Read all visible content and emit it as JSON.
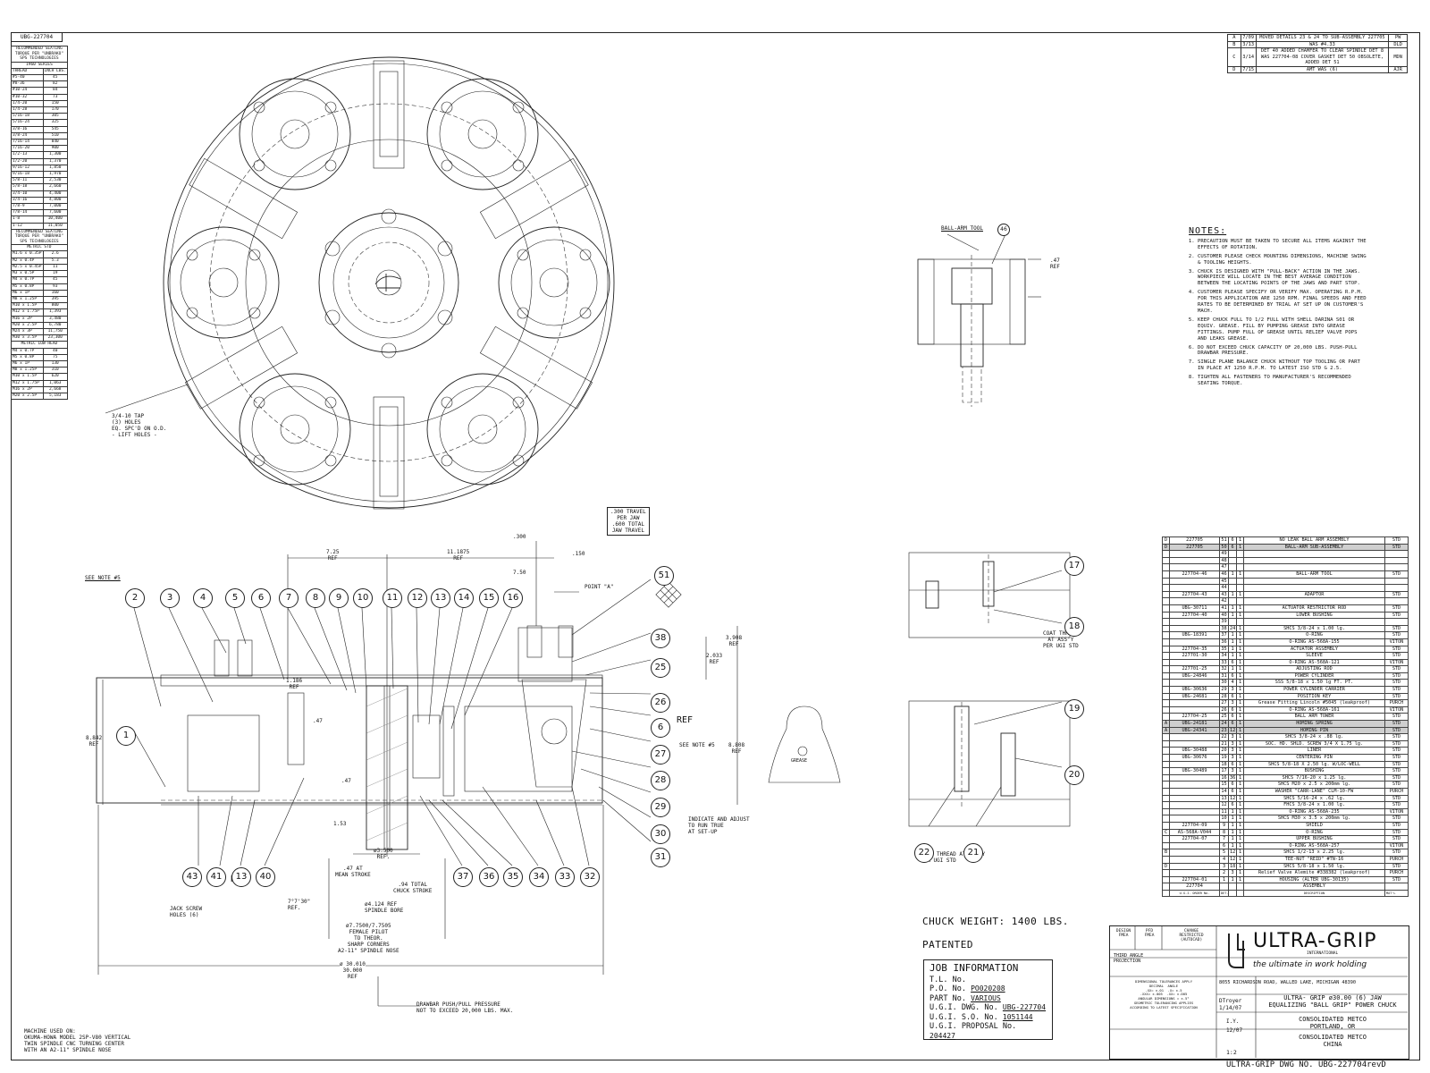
{
  "drawing_number_top": "UBG-227704",
  "torque_table": {
    "title": "RECOMMENDED SEATING TORQUE PER \"UNBRAKO\" SPS TECHNOLOGIES",
    "series": "1960 SERIES",
    "col_thread": "THREAD",
    "col_torque": "INCH LBS.",
    "rows": [
      [
        "#5-40",
        "45"
      ],
      [
        "#8-36",
        "82"
      ],
      [
        "#10-24",
        "84"
      ],
      [
        "#10-32",
        "73"
      ],
      [
        "1/4-20",
        "150"
      ],
      [
        "1/4-28",
        "170"
      ],
      [
        "5/16-18",
        "305"
      ],
      [
        "5/16-24",
        "325"
      ],
      [
        "3/8-16",
        "545"
      ],
      [
        "3/8-24",
        "510"
      ],
      [
        "7/16-14",
        "840"
      ],
      [
        "7/16-20",
        "900"
      ],
      [
        "1/2-13",
        "1,300"
      ],
      [
        "1/2-20",
        "1,370"
      ],
      [
        "9/16-12",
        "1,850"
      ],
      [
        "9/16-18",
        "1,970"
      ],
      [
        "5/8-11",
        "2,530"
      ],
      [
        "5/8-18",
        "2,660"
      ],
      [
        "3/4-10",
        "4,400"
      ],
      [
        "3/4-16",
        "4,800"
      ],
      [
        "7/8-9",
        "7,000"
      ],
      [
        "7/8-14",
        "7,600"
      ],
      [
        "1-8",
        "10,400"
      ],
      [
        "1-12",
        "11,050"
      ]
    ],
    "metric_title": "RECOMMENDED SEATING TORQUE PER \"UNBRAKO\" SPS TECHNOLOGIES",
    "metric_std": "METRIC STD",
    "metric_rows": [
      [
        "M1.6 x 0.35P",
        "2.6"
      ],
      [
        "M2 x 0.4P",
        "5.3"
      ],
      [
        "M2.5 x 0.45P",
        "11"
      ],
      [
        "M3 x 0.5P",
        "19"
      ],
      [
        "M4 x 0.7P",
        "45"
      ],
      [
        "M5 x 0.8P",
        "93"
      ],
      [
        "M6 x 1P",
        "160"
      ],
      [
        "M8 x 1.25P",
        "395"
      ],
      [
        "M10 x 1.5P",
        "800"
      ],
      [
        "M12 x 1.75P",
        "1,393"
      ],
      [
        "M16 x 2P",
        "3,480"
      ],
      [
        "M20 x 2.5P",
        "6,780"
      ],
      [
        "M24 x 3P",
        "11,750"
      ],
      [
        "M30 x 3.5P",
        "23,300"
      ]
    ],
    "metric_low": "METRIC LOW HEAD",
    "low_rows": [
      [
        "M4 x 0.7P",
        "40"
      ],
      [
        "M5 x 0.8P",
        "75"
      ],
      [
        "M6 x 1P",
        "130"
      ],
      [
        "M8 x 1.25P",
        "310"
      ],
      [
        "M10 x 1.5P",
        "620"
      ],
      [
        "M12 x 1.75P",
        "1,063"
      ],
      [
        "M16 x 2P",
        "2,668"
      ],
      [
        "M20 x 2.5P",
        "5,183"
      ]
    ]
  },
  "revisions": [
    {
      "sym": "A",
      "date": "7/09",
      "change": "MOVED DETAILS 23 & 24 TO SUB-ASSEMBLY 227705",
      "by": "PW"
    },
    {
      "sym": "B",
      "date": "3/13",
      "change": "WAS #4.33",
      "by": "DLD"
    },
    {
      "sym": "C",
      "date": "3/14",
      "change": "DET 40 ADDED CHAMFER TO CLEAR SPINDLE DET 8 WAS 227704-08 COVER GASKET DET 50 OBSOLETE, ADDED DET 51",
      "by": "MDN"
    },
    {
      "sym": "D",
      "date": "7/15",
      "change": "AMT WAS (6)",
      "by": "AJR"
    }
  ],
  "notes": {
    "title": "NOTES:",
    "items": [
      "Precaution must be taken to secure all items against the effects of rotation.",
      "Customer please check mounting dimensions, machine swing & tooling heights.",
      "Chuck is designed with \"pull-back\" action in the jaws. Workpiece will locate in the best average condition between the locating points of the jaws and part stop.",
      "Customer please specify or verify max. operating R.P.M. for this application are 1250 RPM. Final speeds and feed rates to be determined by trial at set up on customer's mach.",
      "Keep chuck full to 1/2 full with Shell Darina S01 or equiv. grease. Fill by pumping grease into grease fittings. Pump full of grease until relief valve pops and leaks grease.",
      "Do not exceed chuck capacity of 20,000 lbs. push-pull drawbar pressure.",
      "Single plane balance chuck without top tooling or part in place at 1250 R.P.M. to latest ISO STD G 2.5.",
      "Tighten all fasteners to manufacturer's recommended seating torque."
    ]
  },
  "bom": [
    {
      "mk": "D",
      "part": "227705",
      "det": "51",
      "qty": "6",
      "u": "1",
      "desc": "NO LEAK BALL ARM ASSEMBLY",
      "mat": "STD",
      "hl": false
    },
    {
      "mk": "D",
      "part": "227705",
      "det": "50",
      "qty": "6",
      "u": "1",
      "desc": "BALL-ARM SUB-ASSEMBLY",
      "mat": "STD",
      "hl": true
    },
    {
      "mk": "",
      "part": "",
      "det": "49",
      "qty": "",
      "u": "",
      "desc": "",
      "mat": "",
      "hl": false
    },
    {
      "mk": "",
      "part": "",
      "det": "48",
      "qty": "",
      "u": "",
      "desc": "",
      "mat": "",
      "hl": false
    },
    {
      "mk": "",
      "part": "",
      "det": "47",
      "qty": "",
      "u": "",
      "desc": "",
      "mat": "",
      "hl": false
    },
    {
      "mk": "",
      "part": "227704-46",
      "det": "46",
      "qty": "1",
      "u": "1",
      "desc": "BALL-ARM TOOL",
      "mat": "STD",
      "hl": false
    },
    {
      "mk": "",
      "part": "",
      "det": "45",
      "qty": "",
      "u": "",
      "desc": "",
      "mat": "",
      "hl": false
    },
    {
      "mk": "",
      "part": "",
      "det": "44",
      "qty": "",
      "u": "",
      "desc": "",
      "mat": "",
      "hl": false
    },
    {
      "mk": "",
      "part": "227704-43",
      "det": "43",
      "qty": "1",
      "u": "1",
      "desc": "ADAPTOR",
      "mat": "STD",
      "hl": false
    },
    {
      "mk": "",
      "part": "",
      "det": "42",
      "qty": "",
      "u": "",
      "desc": "",
      "mat": "",
      "hl": false
    },
    {
      "mk": "",
      "part": "UBG-30711",
      "det": "41",
      "qty": "1",
      "u": "1",
      "desc": "ACTUATOR RESTRICTOR ROD",
      "mat": "STD",
      "hl": false
    },
    {
      "mk": "",
      "part": "227704-40",
      "det": "40",
      "qty": "1",
      "u": "1",
      "desc": "LOWER BUSHING",
      "mat": "STD",
      "hl": false
    },
    {
      "mk": "",
      "part": "",
      "det": "39",
      "qty": "",
      "u": "",
      "desc": "",
      "mat": "",
      "hl": false
    },
    {
      "mk": "",
      "part": "",
      "det": "38",
      "qty": "24",
      "u": "1",
      "desc": "SHCS 3/8-24 x 1.00 lg.",
      "mat": "STD",
      "hl": false
    },
    {
      "mk": "",
      "part": "UBG-18391",
      "det": "37",
      "qty": "1",
      "u": "1",
      "desc": "O-RING",
      "mat": "STD",
      "hl": false
    },
    {
      "mk": "",
      "part": "",
      "det": "36",
      "qty": "1",
      "u": "1",
      "desc": "O-RING AS-568A-155",
      "mat": "VITON",
      "hl": false
    },
    {
      "mk": "",
      "part": "227704-35",
      "det": "35",
      "qty": "1",
      "u": "1",
      "desc": "ACTUATOR ASSEMBLY",
      "mat": "STD",
      "hl": false
    },
    {
      "mk": "",
      "part": "227701-30",
      "det": "34",
      "qty": "1",
      "u": "1",
      "desc": "SLEEVE",
      "mat": "STD",
      "hl": false
    },
    {
      "mk": "",
      "part": "",
      "det": "33",
      "qty": "6",
      "u": "1",
      "desc": "O-RING AS-568A-121",
      "mat": "VITON",
      "hl": false
    },
    {
      "mk": "",
      "part": "227701-25",
      "det": "32",
      "qty": "1",
      "u": "1",
      "desc": "ADJUSTING ROD",
      "mat": "STD",
      "hl": false
    },
    {
      "mk": "",
      "part": "UBG-24846",
      "det": "31",
      "qty": "6",
      "u": "1",
      "desc": "POWER CYLINDER",
      "mat": "STD",
      "hl": false
    },
    {
      "mk": "",
      "part": "",
      "det": "30",
      "qty": "4",
      "u": "1",
      "desc": "SSS 5/8-18 x 1.50 lg FT. PT.",
      "mat": "STD",
      "hl": false
    },
    {
      "mk": "",
      "part": "UBG-30636",
      "det": "29",
      "qty": "3",
      "u": "1",
      "desc": "POWER CYLINDER CARRIER",
      "mat": "STD",
      "hl": false
    },
    {
      "mk": "",
      "part": "UBG-24681",
      "det": "28",
      "qty": "6",
      "u": "1",
      "desc": "POSITION KEY",
      "mat": "STD",
      "hl": false
    },
    {
      "mk": "",
      "part": "",
      "det": "27",
      "qty": "3",
      "u": "1",
      "desc": "Grease Fitting Lincoln #5045 (leakproof)",
      "mat": "PURCH",
      "hl": false
    },
    {
      "mk": "",
      "part": "",
      "det": "26",
      "qty": "6",
      "u": "1",
      "desc": "O-RING AS-568A-161",
      "mat": "VITON",
      "hl": false
    },
    {
      "mk": "",
      "part": "227704-25",
      "det": "25",
      "qty": "6",
      "u": "1",
      "desc": "BALL ARM TOWER",
      "mat": "STD",
      "hl": false
    },
    {
      "mk": "A",
      "part": "UBG-24181",
      "det": "24",
      "qty": "6",
      "u": "1",
      "desc": "HOMING SPRING",
      "mat": "STD",
      "hl": true
    },
    {
      "mk": "A",
      "part": "UBG-24341",
      "det": "23",
      "qty": "12",
      "u": "1",
      "desc": "HOMING PIN",
      "mat": "STD",
      "hl": true
    },
    {
      "mk": "",
      "part": "",
      "det": "22",
      "qty": "3",
      "u": "1",
      "desc": "SHCS 3/8-24 x .88 lg.",
      "mat": "STD",
      "hl": false
    },
    {
      "mk": "",
      "part": "",
      "det": "21",
      "qty": "3",
      "u": "1",
      "desc": "SOC. HD. SHLD. SCREW 3/4 X 1.75 lg.",
      "mat": "STD",
      "hl": false
    },
    {
      "mk": "",
      "part": "UBG-30488",
      "det": "20",
      "qty": "3",
      "u": "1",
      "desc": "LINER",
      "mat": "STD",
      "hl": false
    },
    {
      "mk": "",
      "part": "UBG-30676",
      "det": "19",
      "qty": "3",
      "u": "1",
      "desc": "CENTERING PIN",
      "mat": "STD",
      "hl": false
    },
    {
      "mk": "",
      "part": "",
      "det": "18",
      "qty": "6",
      "u": "1",
      "desc": "SHCS 5/8-18 X 2.50 lg. W/LOC-WELL",
      "mat": "STD",
      "hl": false
    },
    {
      "mk": "",
      "part": "UBG-30489",
      "det": "17",
      "qty": "3",
      "u": "1",
      "desc": "BUSHING",
      "mat": "STD",
      "hl": false
    },
    {
      "mk": "",
      "part": "",
      "det": "16",
      "qty": "36",
      "u": "1",
      "desc": "SHCS 7/16-20 x 1.25 lg.",
      "mat": "STD",
      "hl": false
    },
    {
      "mk": "",
      "part": "",
      "det": "15",
      "qty": "6",
      "u": "1",
      "desc": "SHCS M20 x 2.5 x 200mm lg.",
      "mat": "STD",
      "hl": false
    },
    {
      "mk": "",
      "part": "",
      "det": "14",
      "qty": "6",
      "u": "1",
      "desc": "WASHER \"CARR-LANE\" CLM-10-FW",
      "mat": "PURCH",
      "hl": false
    },
    {
      "mk": "",
      "part": "",
      "det": "13",
      "qty": "12",
      "u": "1",
      "desc": "SHCS 5/16-24 x .62 lg.",
      "mat": "STD",
      "hl": false
    },
    {
      "mk": "",
      "part": "",
      "det": "12",
      "qty": "6",
      "u": "1",
      "desc": "FHCS 3/8-24 x 1.00 lg.",
      "mat": "STD",
      "hl": false
    },
    {
      "mk": "",
      "part": "",
      "det": "11",
      "qty": "1",
      "u": "1",
      "desc": "O-RING AS-568A-235",
      "mat": "VITON",
      "hl": false
    },
    {
      "mk": "",
      "part": "",
      "det": "10",
      "qty": "1",
      "u": "1",
      "desc": "SHCS M30 x 3.5 x 200mm lg.",
      "mat": "STD",
      "hl": false
    },
    {
      "mk": "",
      "part": "227704-09",
      "det": "9",
      "qty": "1",
      "u": "1",
      "desc": "SHIELD",
      "mat": "STD",
      "hl": false
    },
    {
      "mk": "C",
      "part": "AS-568A-V044",
      "det": "8",
      "qty": "1",
      "u": "1",
      "desc": "O-RING",
      "mat": "STD",
      "hl": false
    },
    {
      "mk": "",
      "part": "227704-07",
      "det": "7",
      "qty": "1",
      "u": "1",
      "desc": "UPPER BUSHING",
      "mat": "STD",
      "hl": false
    },
    {
      "mk": "",
      "part": "",
      "det": "6",
      "qty": "1",
      "u": "1",
      "desc": "O-RING AS-568A-257",
      "mat": "VITON",
      "hl": false
    },
    {
      "mk": "B",
      "part": "",
      "det": "5",
      "qty": "12",
      "u": "1",
      "desc": "SHCS 1/2-13 x 2.25 lg.",
      "mat": "STD",
      "hl": false
    },
    {
      "mk": "",
      "part": "",
      "det": "4",
      "qty": "12",
      "u": "1",
      "desc": "TEE-NUT \"REID\" #TN-16",
      "mat": "PURCH",
      "hl": false
    },
    {
      "mk": "D",
      "part": "",
      "det": "3",
      "qty": "18",
      "u": "1",
      "desc": "SHCS 5/8-18 x 1.50 lg.",
      "mat": "STD",
      "hl": false
    },
    {
      "mk": "",
      "part": "",
      "det": "2",
      "qty": "3",
      "u": "1",
      "desc": "Relief Valve Alemite #338382 (leakproof)",
      "mat": "PURCH",
      "hl": false
    },
    {
      "mk": "",
      "part": "227704-01",
      "det": "1",
      "qty": "1",
      "u": "1",
      "desc": "HOUSING (ALTER UBG-30135)",
      "mat": "STD",
      "hl": false
    },
    {
      "mk": "",
      "part": "227704",
      "det": "",
      "qty": "",
      "u": "",
      "desc": "ASSEMBLY",
      "mat": "",
      "hl": false
    }
  ],
  "bom_header": {
    "part": "U.G.I. ORDER No.",
    "det": "DET.",
    "desc": "DESCRIPTION",
    "mat": "MAT'L"
  },
  "callouts": {
    "see_note5": "SEE NOTE #5",
    "point_a": "POINT \"A\"",
    "travel": ".300 TRAVEL\nPER JAW\n.600 TOTAL\nJAW TRAVEL",
    "lift_holes": "3/4-10 TAP\n(3) HOLES\nEQ. SPC'D ON O.D.\n- LIFT HOLES -",
    "ball_arm_tool": "BALL-ARM TOOL",
    "coat_thread_18": "COAT THREAD\nAT ASS'Y\nPER UGI STD",
    "coat_thread_21": "COAT THREAD AT ASS'Y\nPER UGI STD",
    "indicate": "INDICATE AND ADJUST\nTO RUN TRUE\nAT SET-UP",
    "see_note5b": "SEE NOTE #5",
    "ref": "REF",
    "jack_screw": "JACK SCREW\nHOLES (6)",
    "drawbar": "DRAWBAR PUSH/PULL PRESSURE\nNOT TO EXCEED 20,000 LBS. MAX.",
    "machine_used": "MACHINE USED ON:\nOKUMA-HOWA MODEL 2SP-V80 VERTICAL\nTWIN SPINDLE CNC TURNING CENTER\nWITH AN A2-11\" SPINDLE NOSE",
    "dim_725": "7.25\nREF",
    "dim_11875": "11.1875\nREF",
    "dim_300": ".300",
    "dim_150": ".150",
    "dim_750": "7.50",
    "dim_3908": "3.908\nREF",
    "dim_2033": "2.033\nREF",
    "dim_1186": "1.186\nREF",
    "dim_8842": "8.842\nREF",
    "dim_8808": "8.808\nREF",
    "dim_47": ".47",
    "dim_47b": ".47",
    "dim_153": "1.53",
    "dim_3500": "ø3.500\nREF.",
    "dim_mean": ".47 AT\nMEAN STROKE",
    "dim_total": ".94 TOTAL\nCHUCK STROKE",
    "dim_spindle": "ø4.124 REF\nSPINDLE BORE",
    "dim_pilot": "ø7.7500/7.7505\nFEMALE PILOT\nTO THEOR.\nSHARP CORNERS\nA2-11\" SPINDLE NOSE",
    "dim_angle": "7°7'30\"\nREF.",
    "dim_od": "ø 30.010\n30.000\nREF",
    "dim_47_tool": ".47\nREF",
    "grease": "GREASE"
  },
  "balloons": [
    "2",
    "3",
    "4",
    "5",
    "6",
    "7",
    "8",
    "9",
    "10",
    "11",
    "12",
    "13",
    "14",
    "15",
    "16",
    "1",
    "43",
    "41",
    "13",
    "40",
    "37",
    "36",
    "35",
    "34",
    "33",
    "32",
    "38",
    "25",
    "26",
    "6",
    "27",
    "28",
    "29",
    "30",
    "31",
    "51",
    "17",
    "18",
    "19",
    "20",
    "22",
    "21",
    "46"
  ],
  "chuck_weight": "CHUCK WEIGHT: 1400 LBS.",
  "patented": "PATENTED",
  "job": {
    "title": "JOB INFORMATION",
    "tl": "T.L. No.",
    "po_label": "P.O. No.",
    "po": "PO020208",
    "part_label": "PART No.",
    "part": "VARIOUS",
    "dwg_label": "U.G.I. DWG. No.",
    "dwg": "UBG-227704",
    "so_label": "U.G.I. S.O. No.",
    "so": "1051144",
    "prop_label": "U.G.I. PROPOSAL No.",
    "prop": "204427"
  },
  "title_block": {
    "company": "ULTRA-GRIP",
    "international": "INTERNATIONAL",
    "tagline": "the ultimate in work holding",
    "address": "8055 RICHARDSON ROAD, WALLED LAKE, MICHIGAN 48390",
    "title": "ULTRA- GRIP ø30.00 (6) JAW\nEQUALIZING \"BALL GRIP\" POWER CHUCK",
    "customer1": "CONSOLIDATED METCO\nPORTLAND, OR",
    "customer2": "CONSOLIDATED METCO\nCHINA",
    "designer": "DTroyer",
    "date": "1/14/07",
    "detailer": "I.Y.",
    "detail_date": "12/07",
    "scale": "1:2",
    "third_angle": "THIRD ANGLE\nPROJECTION",
    "tolerance": "DIMENSIONAL TOLERANCES APPLY\nDECIMAL  ANGLE\n.XX= ±.01  .X= ±.5\n.XXX= ±.005  .XX= ±.005\nANGULAR DIMENSIONS = ±.5°\nGEOMETRIC TOLERANCING APPLIES\nACCORDING TO LATEST SPECIFICATION",
    "change": "CHANGE\nRESTRICTED\n(AUTOCAD)",
    "design_lbl": "DESIGN\nFMEA",
    "pfd_lbl": "PFD\nFMEA"
  },
  "footer": "ULTRA-GRIP DWG NO. UBG-227704revD"
}
